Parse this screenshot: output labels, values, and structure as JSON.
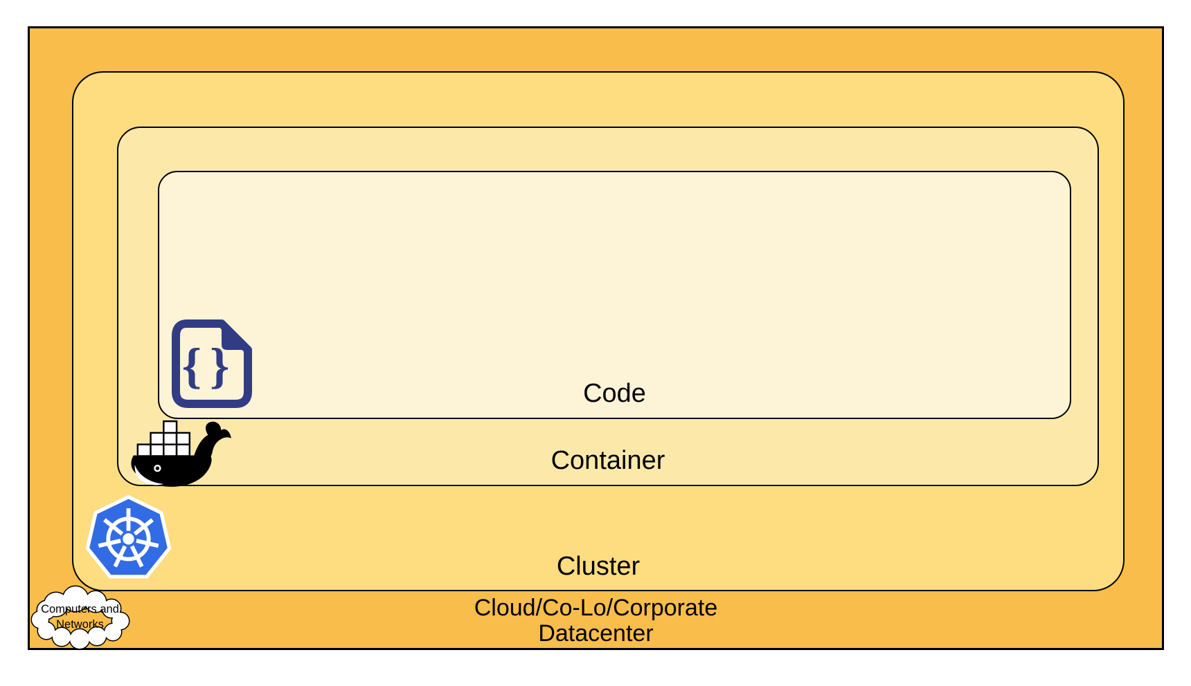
{
  "diagram": {
    "background": "#ffffff",
    "border_color": "#000000",
    "layers": {
      "datacenter": {
        "label_line1": "Cloud/Co-Lo/Corporate",
        "label_line2": "Datacenter",
        "fill": "#F8BD4A"
      },
      "cluster": {
        "label": "Cluster",
        "fill": "#FDDD80"
      },
      "container": {
        "label": "Container",
        "fill": "#FCE9AA"
      },
      "code": {
        "label": "Code",
        "fill": "#FDF3D6"
      }
    },
    "icons": {
      "code_file": {
        "glyph": "{}",
        "color": "#313C85"
      },
      "docker": {
        "color": "#000000"
      },
      "kubernetes": {
        "color": "#326CE5"
      },
      "cloud": {
        "label_line1": "Computers and",
        "label_line2": "Networks",
        "fill": "#FFFFFF"
      }
    }
  }
}
